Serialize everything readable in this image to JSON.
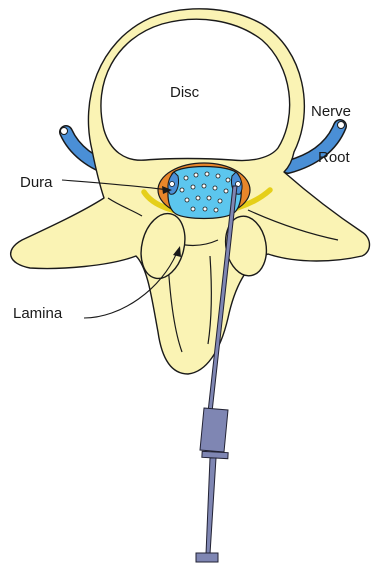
{
  "labels": {
    "disc": "Disc",
    "nerve": "Nerve",
    "root": "Root",
    "dura": "Dura",
    "lamina": "Lamina"
  },
  "colors": {
    "bone_fill": "#faf3b4",
    "bone_stroke": "#1a1a1a",
    "disc_fill": "#ffffff",
    "nerve_root": "#4a8fd6",
    "dura_ring": "#e8862a",
    "thecal_sac": "#5cc6ee",
    "ligament": "#e5cf1a",
    "needle": "#7f86b3",
    "needle_stroke": "#222233"
  },
  "icons": [
    "spinal-needle-icon"
  ]
}
